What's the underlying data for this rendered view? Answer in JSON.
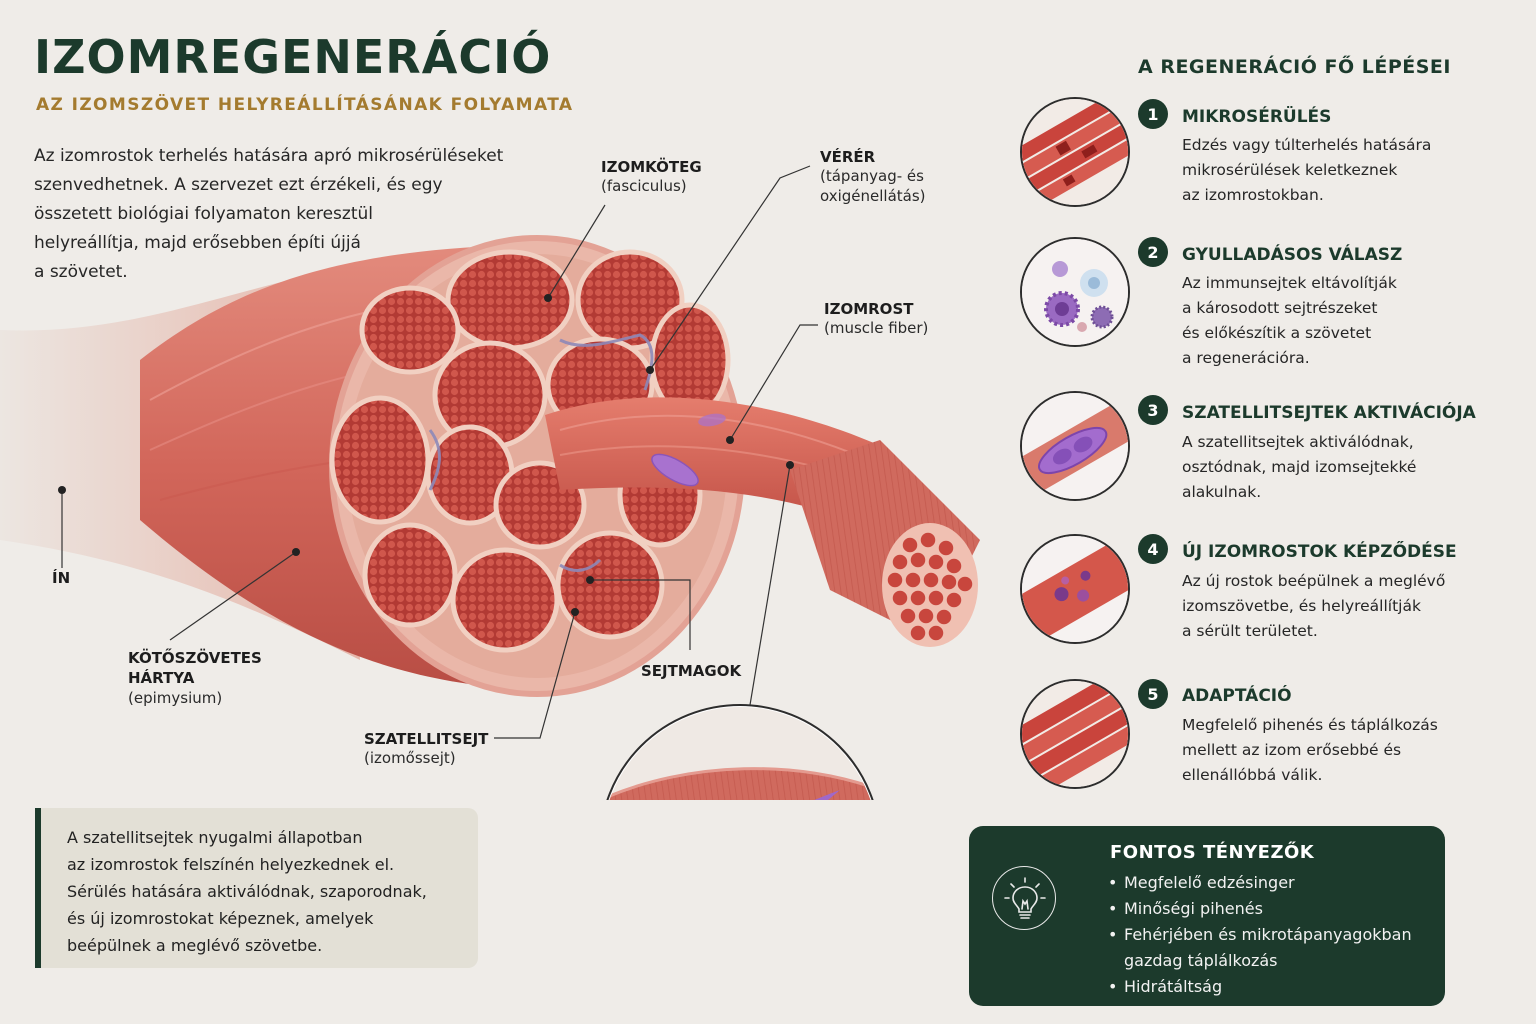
{
  "header": {
    "title": "IZOMREGENERÁCIÓ",
    "subtitle": "AZ IZOMSZÖVET HELYREÁLLÍTÁSÁNAK FOLYAMATA",
    "intro": "Az izomrostok terhelés hatására apró mikrosérüléseket\nszenvedhetnek. A szervezet ezt érzékeli, és egy\nösszetett biológiai folyamaton keresztül\nhelyreállítja, majd erősebben építi újjá\na szövetet."
  },
  "labels": {
    "fascicle": {
      "title": "IZOMKÖTEG",
      "sub": "(fasciculus)"
    },
    "vessel": {
      "title": "VÉRÉR",
      "sub": "(tápanyag- és\noxigénellátás)"
    },
    "fiber": {
      "title": "IZOMROST",
      "sub": "(muscle fiber)"
    },
    "tendon": {
      "title": "ÍN"
    },
    "epimysium": {
      "title": "KÖTŐSZÖVETES\nHÁRTYA",
      "sub": "(epimysium)"
    },
    "nuclei": {
      "title": "SEJTMAGOK"
    },
    "satellite": {
      "title": "SZATELLITSEJT",
      "sub": "(izomőssejt)"
    }
  },
  "note": "A szatellitsejtek nyugalmi állapotban\naz izomrostok felszínén helyezkednek el.\nSérülés hatására aktiválódnak, szaporodnak,\nés új izomrostokat képeznek, amelyek\nbeépülnek a meglévő szövetbe.",
  "steps": {
    "title": "A REGENERÁCIÓ FŐ LÉPÉSEI",
    "items": [
      {
        "num": "1",
        "title": "MIKROSÉRÜLÉS",
        "desc": "Edzés vagy túlterhelés hatására\nmikrosérülések keletkeznek\naz izomrostokban."
      },
      {
        "num": "2",
        "title": "GYULLADÁSOS VÁLASZ",
        "desc": "Az immunsejtek eltávolítják\na károsodott sejtrészeket\nés előkészítik a szövetet\na regenerációra."
      },
      {
        "num": "3",
        "title": "SZATELLITSEJTEK AKTIVÁCIÓJA",
        "desc": "A szatellitsejtek aktiválódnak,\nosztódnak, majd izomsejtekké\nalakulnak."
      },
      {
        "num": "4",
        "title": "ÚJ IZOMROSTOK KÉPZŐDÉSE",
        "desc": "Az új rostok beépülnek a meglévő\nizomszövetbe, és helyreállítják\na sérült területet."
      },
      {
        "num": "5",
        "title": "ADAPTÁCIÓ",
        "desc": "Megfelelő pihenés és táplálkozás\nmellett az izom erősebbé és\nellenállóbbá válik."
      }
    ]
  },
  "factors": {
    "title": "FONTOS TÉNYEZŐK",
    "items": [
      "Megfelelő edzésinger",
      "Minőségi pihenés",
      "Fehérjében és mikrotápanyagokban\ngazdag táplálkozás",
      "Hidrátáltság"
    ],
    "icon": "lightbulb-icon"
  },
  "colors": {
    "brand_green": "#1c3a2c",
    "accent_gold": "#a47b2f",
    "muscle_red": "#c9443c",
    "satellite_purple": "#9b6ac4"
  }
}
